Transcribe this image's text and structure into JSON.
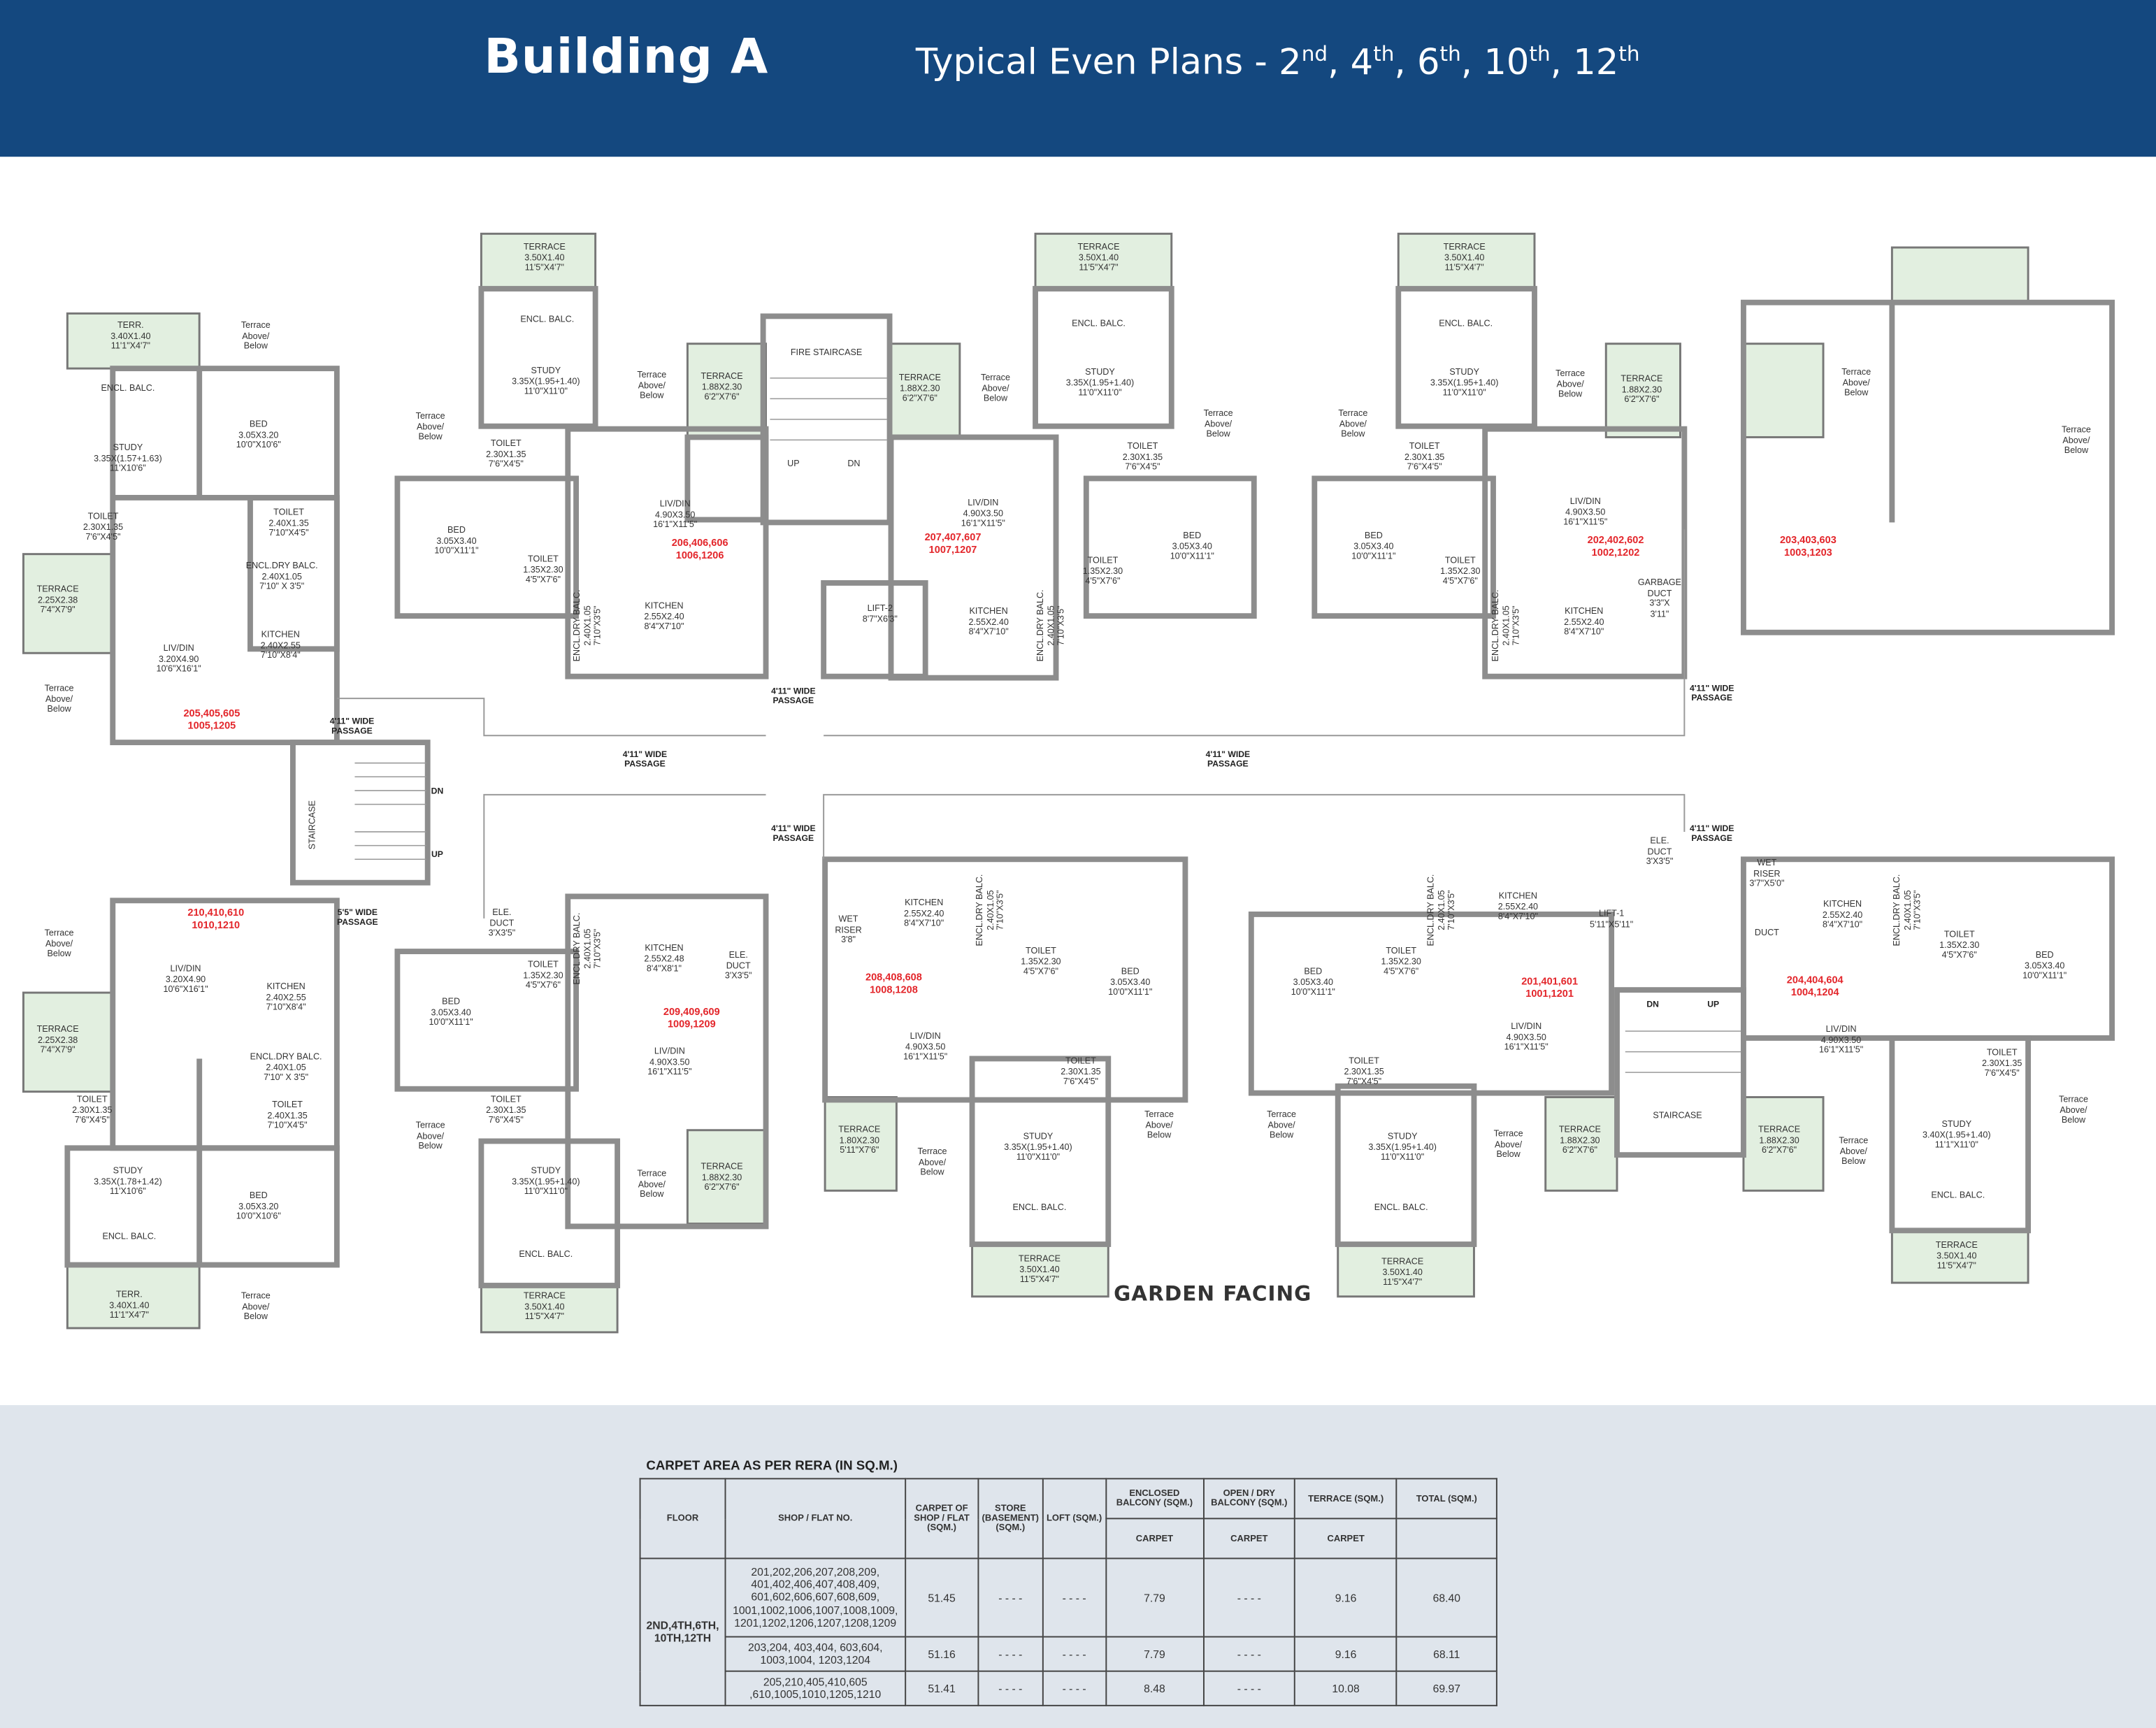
{
  "header": {
    "title": "Building A",
    "subtitle_prefix": "Typical Even Plans - ",
    "floors": [
      {
        "num": "2",
        "suffix": "nd"
      },
      {
        "num": "4",
        "suffix": "th"
      },
      {
        "num": "6",
        "suffix": "th"
      },
      {
        "num": "10",
        "suffix": "th"
      },
      {
        "num": "12",
        "suffix": "th"
      }
    ]
  },
  "colors": {
    "header_bg": "#14487f",
    "flat_no": "#e3262b",
    "terrace_fill": "#e2efe0",
    "wall": "#8d8d8d",
    "footer_bg": "#dfe5ec"
  },
  "plan": {
    "labels": [
      {
        "k": "room",
        "t": "TERR.\n3.40X1.40\n11'1\"X4'7\""
      },
      {
        "k": "room",
        "t": "Terrace\nAbove/\nBelow"
      },
      {
        "k": "room",
        "t": "ENCL. BALC."
      },
      {
        "k": "room",
        "t": "STUDY\n3.35X(1.57+1.63)\n11'X10'6\""
      },
      {
        "k": "room",
        "t": "BED\n3.05X3.20\n10'0\"X10'6\""
      },
      {
        "k": "room",
        "t": "TOILET\n2.30X1.35\n7'6\"X4'5\""
      },
      {
        "k": "room",
        "t": "TOILET\n2.40X1.35\n7'10\"X4'5\""
      },
      {
        "k": "room",
        "t": "ENCL.DRY BALC.\n2.40X1.05\n7'10\" X 3'5\""
      },
      {
        "k": "room",
        "t": "TERRACE\n2.25X2.38\n7'4\"X7'9\""
      },
      {
        "k": "room",
        "t": "KITCHEN\n2.40X2.55\n7'10\"X8'4\""
      },
      {
        "k": "room",
        "t": "LIV/DIN\n3.20X4.90\n10'6\"X16'1\""
      },
      {
        "k": "room",
        "t": "Terrace\nAbove/\nBelow"
      },
      {
        "k": "flat",
        "t": "205,405,605\n1005,1205"
      },
      {
        "k": "room",
        "t": "TERRACE\n3.50X1.40\n11'5\"X4'7\""
      },
      {
        "k": "room",
        "t": "ENCL. BALC."
      },
      {
        "k": "room",
        "t": "STUDY\n3.35X(1.95+1.40)\n11'0\"X11'0\""
      },
      {
        "k": "room",
        "t": "Terrace\nAbove/\nBelow"
      },
      {
        "k": "room",
        "t": "TERRACE\n1.88X2.30\n6'2\"X7'6\""
      },
      {
        "k": "room",
        "t": "Terrace\nAbove/\nBelow"
      },
      {
        "k": "room",
        "t": "TOILET\n2.30X1.35\n7'6\"X4'5\""
      },
      {
        "k": "room",
        "t": "BED\n3.05X3.40\n10'0\"X11'1\""
      },
      {
        "k": "room",
        "t": "LIV/DIN\n4.90X3.50\n16'1\"X11'5\""
      },
      {
        "k": "flat",
        "t": "206,406,606\n1006,1206"
      },
      {
        "k": "room",
        "t": "TOILET\n1.35X2.30\n4'5\"X7'6\""
      },
      {
        "k": "rot",
        "t": "ENCL.DRY BALC.\n2.40X1.05\n7'10\"X3'5\""
      },
      {
        "k": "room",
        "t": "KITCHEN\n2.55X2.40\n8'4\"X7'10\""
      },
      {
        "k": "room",
        "t": "FIRE STAIRCASE"
      },
      {
        "k": "room",
        "t": "UP"
      },
      {
        "k": "room",
        "t": "DN"
      },
      {
        "k": "room",
        "t": "LIFT-2\n8'7\"X6'3\""
      },
      {
        "k": "pass",
        "t": "4'11\" WIDE\nPASSAGE"
      },
      {
        "k": "room",
        "t": "TERRACE\n1.88X2.30\n6'2\"X7'6\""
      },
      {
        "k": "room",
        "t": "Terrace\nAbove/\nBelow"
      },
      {
        "k": "room",
        "t": "TERRACE\n3.50X1.40\n11'5\"X4'7\""
      },
      {
        "k": "room",
        "t": "ENCL. BALC."
      },
      {
        "k": "room",
        "t": "STUDY\n3.35X(1.95+1.40)\n11'0\"X11'0\""
      },
      {
        "k": "room",
        "t": "Terrace\nAbove/\nBelow"
      },
      {
        "k": "room",
        "t": "TOILET\n2.30X1.35\n7'6\"X4'5\""
      },
      {
        "k": "room",
        "t": "LIV/DIN\n4.90X3.50\n16'1\"X11'5\""
      },
      {
        "k": "flat",
        "t": "207,407,607\n1007,1207"
      },
      {
        "k": "room",
        "t": "TOILET\n1.35X2.30\n4'5\"X7'6\""
      },
      {
        "k": "room",
        "t": "BED\n3.05X3.40\n10'0\"X11'1\""
      },
      {
        "k": "room",
        "t": "KITCHEN\n2.55X2.40\n8'4\"X7'10\""
      },
      {
        "k": "rot",
        "t": "ENCL.DRY BALC.\n2.40X1.05\n7'10\"X3'5\""
      },
      {
        "k": "room",
        "t": "TERRACE\n3.50X1.40\n11'5\"X4'7\""
      },
      {
        "k": "room",
        "t": "ENCL. BALC."
      },
      {
        "k": "room",
        "t": "STUDY\n3.35X(1.95+1.40)\n11'0\"X11'0\""
      },
      {
        "k": "room",
        "t": "Terrace\nAbove/\nBelow"
      },
      {
        "k": "room",
        "t": "TERRACE\n1.88X2.30\n6'2\"X7'6\""
      },
      {
        "k": "room",
        "t": "Terrace\nAbove/\nBelow"
      },
      {
        "k": "room",
        "t": "TOILET\n2.30X1.35\n7'6\"X4'5\""
      },
      {
        "k": "room",
        "t": "LIV/DIN\n4.90X3.50\n16'1\"X11'5\""
      },
      {
        "k": "flat",
        "t": "202,402,602\n1002,1202"
      },
      {
        "k": "room",
        "t": "BED\n3.05X3.40\n10'0\"X11'1\""
      },
      {
        "k": "room",
        "t": "TOILET\n1.35X2.30\n4'5\"X7'6\""
      },
      {
        "k": "room",
        "t": "KITCHEN\n2.55X2.40\n8'4\"X7'10\""
      },
      {
        "k": "rot",
        "t": "ENCL.DRY BALC.\n2.40X1.05\n7'10\"X3'5\""
      },
      {
        "k": "room",
        "t": "GARBAGE\nDUCT\n3'3\"X\n3'11\""
      },
      {
        "k": "pass",
        "t": "4'11\" WIDE\nPASSAGE"
      },
      {
        "k": "room",
        "t": "Terrace\nAbove/\nBelow"
      },
      {
        "k": "room",
        "t": "Terrace\nAbove/\nBelow"
      },
      {
        "k": "flat",
        "t": "203,403,603\n1003,1203"
      },
      {
        "k": "pass",
        "t": "4'11\" WIDE\nPASSAGE"
      },
      {
        "k": "pass",
        "t": "4'11\" WIDE\nPASSAGE"
      },
      {
        "k": "pass",
        "t": "4'11\" WIDE\nPASSAGE"
      },
      {
        "k": "rot",
        "t": "STAIRCASE"
      },
      {
        "k": "pass",
        "t": "DN"
      },
      {
        "k": "pass",
        "t": "UP"
      },
      {
        "k": "pass",
        "t": "5'5\" WIDE\nPASSAGE"
      },
      {
        "k": "pass",
        "t": "4'11\" WIDE\nPASSAGE"
      },
      {
        "k": "pass",
        "t": "4'11\" WIDE\nPASSAGE"
      },
      {
        "k": "flat",
        "t": "210,410,610\n1010,1210"
      },
      {
        "k": "room",
        "t": "Terrace\nAbove/\nBelow"
      },
      {
        "k": "room",
        "t": "LIV/DIN\n3.20X4.90\n10'6\"X16'1\""
      },
      {
        "k": "room",
        "t": "KITCHEN\n2.40X2.55\n7'10\"X8'4\""
      },
      {
        "k": "room",
        "t": "TERRACE\n2.25X2.38\n7'4\"X7'9\""
      },
      {
        "k": "room",
        "t": "ENCL.DRY BALC.\n2.40X1.05\n7'10\" X 3'5\""
      },
      {
        "k": "room",
        "t": "TOILET\n2.30X1.35\n7'6\"X4'5\""
      },
      {
        "k": "room",
        "t": "TOILET\n2.40X1.35\n7'10\"X4'5\""
      },
      {
        "k": "room",
        "t": "STUDY\n3.35X(1.78+1.42)\n11'X10'6\""
      },
      {
        "k": "room",
        "t": "BED\n3.05X3.20\n10'0\"X10'6\""
      },
      {
        "k": "room",
        "t": "ENCL. BALC."
      },
      {
        "k": "room",
        "t": "TERR.\n3.40X1.40\n11'1\"X4'7\""
      },
      {
        "k": "room",
        "t": "Terrace\nAbove/\nBelow"
      },
      {
        "k": "room",
        "t": "ELE.\nDUCT\n3'X3'5\""
      },
      {
        "k": "room",
        "t": "TOILET\n1.35X2.30\n4'5\"X7'6\""
      },
      {
        "k": "rot",
        "t": "ENCL.DRY BALC.\n2.40X1.05\n7'10\"X3'5\""
      },
      {
        "k": "room",
        "t": "KITCHEN\n2.55X2.48\n8'4\"X8'1\""
      },
      {
        "k": "room",
        "t": "ELE.\nDUCT\n3'X3'5\""
      },
      {
        "k": "room",
        "t": "BED\n3.05X3.40\n10'0\"X11'1\""
      },
      {
        "k": "flat",
        "t": "209,409,609\n1009,1209"
      },
      {
        "k": "room",
        "t": "LIV/DIN\n4.90X3.50\n16'1\"X11'5\""
      },
      {
        "k": "room",
        "t": "TOILET\n2.30X1.35\n7'6\"X4'5\""
      },
      {
        "k": "room",
        "t": "Terrace\nAbove/\nBelow"
      },
      {
        "k": "room",
        "t": "STUDY\n3.35X(1.95+1.40)\n11'0\"X11'0\""
      },
      {
        "k": "room",
        "t": "Terrace\nAbove/\nBelow"
      },
      {
        "k": "room",
        "t": "TERRACE\n1.88X2.30\n6'2\"X7'6\""
      },
      {
        "k": "room",
        "t": "ENCL. BALC."
      },
      {
        "k": "room",
        "t": "TERRACE\n3.50X1.40\n11'5\"X4'7\""
      },
      {
        "k": "room",
        "t": "WET\nRISER\n3'8\""
      },
      {
        "k": "room",
        "t": "KITCHEN\n2.55X2.40\n8'4\"X7'10\""
      },
      {
        "k": "rot",
        "t": "ENCL.DRY BALC.\n2.40X1.05\n7'10\"X3'5\""
      },
      {
        "k": "room",
        "t": "TOILET\n1.35X2.30\n4'5\"X7'6\""
      },
      {
        "k": "room",
        "t": "BED\n3.05X3.40\n10'0\"X11'1\""
      },
      {
        "k": "flat",
        "t": "208,408,608\n1008,1208"
      },
      {
        "k": "room",
        "t": "LIV/DIN\n4.90X3.50\n16'1\"X11'5\""
      },
      {
        "k": "room",
        "t": "TOILET\n2.30X1.35\n7'6\"X4'5\""
      },
      {
        "k": "room",
        "t": "TERRACE\n1.80X2.30\n5'11\"X7'6\""
      },
      {
        "k": "room",
        "t": "Terrace\nAbove/\nBelow"
      },
      {
        "k": "room",
        "t": "STUDY\n3.35X(1.95+1.40)\n11'0\"X11'0\""
      },
      {
        "k": "room",
        "t": "Terrace\nAbove/\nBelow"
      },
      {
        "k": "room",
        "t": "ENCL. BALC."
      },
      {
        "k": "room",
        "t": "TERRACE\n3.50X1.40\n11'5\"X4'7\""
      },
      {
        "k": "big",
        "t": "GARDEN FACING"
      },
      {
        "k": "rot",
        "t": "ENCL.DRY BALC.\n2.40X1.05\n7'10\"X3'5\""
      },
      {
        "k": "room",
        "t": "KITCHEN\n2.55X2.40\n8'4\"X7'10\""
      },
      {
        "k": "room",
        "t": "LIFT-1\n5'11\"X5'11\""
      },
      {
        "k": "room",
        "t": "BED\n3.05X3.40\n10'0\"X11'1\""
      },
      {
        "k": "room",
        "t": "TOILET\n1.35X2.30\n4'5\"X7'6\""
      },
      {
        "k": "flat",
        "t": "201,401,601\n1001,1201"
      },
      {
        "k": "room",
        "t": "LIV/DIN\n4.90X3.50\n16'1\"X11'5\""
      },
      {
        "k": "room",
        "t": "TOILET\n2.30X1.35\n7'6\"X4'5\""
      },
      {
        "k": "room",
        "t": "Terrace\nAbove/\nBelow"
      },
      {
        "k": "room",
        "t": "STUDY\n3.35X(1.95+1.40)\n11'0\"X11'0\""
      },
      {
        "k": "room",
        "t": "Terrace\nAbove/\nBelow"
      },
      {
        "k": "room",
        "t": "TERRACE\n1.88X2.30\n6'2\"X7'6\""
      },
      {
        "k": "room",
        "t": "ENCL. BALC."
      },
      {
        "k": "room",
        "t": "TERRACE\n3.50X1.40\n11'5\"X4'7\""
      },
      {
        "k": "room",
        "t": "ELE.\nDUCT\n3'X3'5\""
      },
      {
        "k": "pass",
        "t": "DN"
      },
      {
        "k": "pass",
        "t": "UP"
      },
      {
        "k": "room",
        "t": "STAIRCASE"
      },
      {
        "k": "room",
        "t": "WET\nRISER\n3'7\"X5'0\""
      },
      {
        "k": "room",
        "t": "DUCT"
      },
      {
        "k": "room",
        "t": "KITCHEN\n2.55X2.40\n8'4\"X7'10\""
      },
      {
        "k": "rot",
        "t": "ENCL.DRY BALC.\n2.40X1.05\n7'10\"X3'5\""
      },
      {
        "k": "room",
        "t": "TOILET\n1.35X2.30\n4'5\"X7'6\""
      },
      {
        "k": "room",
        "t": "BED\n3.05X3.40\n10'0\"X11'1\""
      },
      {
        "k": "flat",
        "t": "204,404,604\n1004,1204"
      },
      {
        "k": "room",
        "t": "LIV/DIN\n4.90X3.50\n16'1\"X11'5\""
      },
      {
        "k": "room",
        "t": "TOILET\n2.30X1.35\n7'6\"X4'5\""
      },
      {
        "k": "room",
        "t": "Terrace\nAbove/\nBelow"
      },
      {
        "k": "room",
        "t": "TERRACE\n1.88X2.30\n6'2\"X7'6\""
      },
      {
        "k": "room",
        "t": "Terrace\nAbove/\nBelow"
      },
      {
        "k": "room",
        "t": "STUDY\n3.40X(1.95+1.40)\n11'1\"X11'0\""
      },
      {
        "k": "room",
        "t": "ENCL. BALC."
      },
      {
        "k": "room",
        "t": "TERRACE\n3.50X1.40\n11'5\"X4'7\""
      }
    ]
  },
  "table": {
    "title": "CARPET AREA AS PER RERA (IN SQ.M.)",
    "headers": {
      "floor": "FLOOR",
      "flat_no": "SHOP / FLAT NO.",
      "carpet": "CARPET OF SHOP / FLAT (SQM.)",
      "store": "STORE (BASEMENT) (SQM.)",
      "loft": "LOFT (SQM.)",
      "enclosed_balcony": "ENCLOSED BALCONY (SQM.)",
      "open_balcony": "OPEN / DRY BALCONY (SQM.)",
      "terrace": "TERRACE (SQM.)",
      "total": "TOTAL (SQM.)",
      "sub_carpet": "CARPET"
    },
    "floor": "2ND,4TH,6TH, 10TH,12TH",
    "rows": [
      {
        "flats": "201,202,206,207,208,209, 401,402,406,407,408,409, 601,602,606,607,608,609, 1001,1002,1006,1007,1008,1009, 1201,1202,1206,1207,1208,1209",
        "carpet": "51.45",
        "store": "- - - -",
        "loft": "- - - -",
        "enclosed": "7.79",
        "open": "- - - -",
        "terrace": "9.16",
        "total": "68.40"
      },
      {
        "flats": "203,204, 403,404, 603,604, 1003,1004, 1203,1204",
        "carpet": "51.16",
        "store": "- - - -",
        "loft": "- - - -",
        "enclosed": "7.79",
        "open": "- - - -",
        "terrace": "9.16",
        "total": "68.11"
      },
      {
        "flats": "205,210,405,410,605 ,610,1005,1010,1205,1210",
        "carpet": "51.41",
        "store": "- - - -",
        "loft": "- - - -",
        "enclosed": "8.48",
        "open": "- - - -",
        "terrace": "10.08",
        "total": "69.97"
      }
    ]
  }
}
